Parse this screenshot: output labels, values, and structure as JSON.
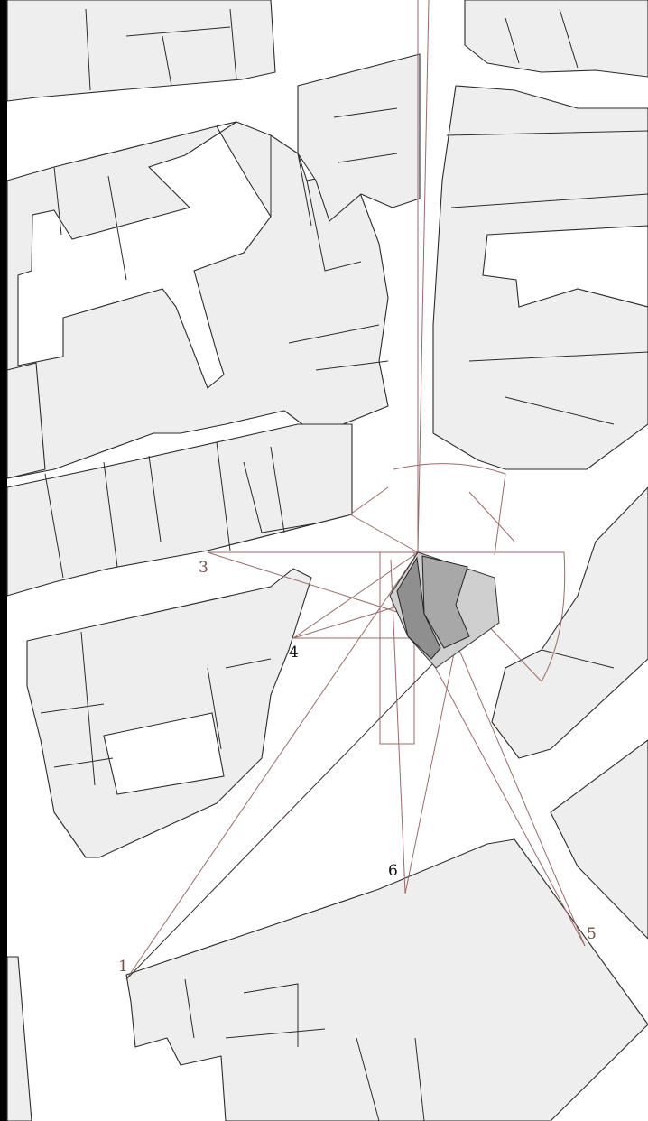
{
  "map": {
    "viewpoints": [
      {
        "id": "1",
        "label": "1"
      },
      {
        "id": "3",
        "label": "3"
      },
      {
        "id": "4",
        "label": "4"
      },
      {
        "id": "5",
        "label": "5"
      },
      {
        "id": "6",
        "label": "6"
      }
    ],
    "colors": {
      "background_frame": "#000000",
      "street": "#ffffff",
      "building": "#eeeeee",
      "building_outline": "#2b2b2b",
      "sight_lines": "#9b6a66",
      "subject_building": "#b8b8b8",
      "subject_building_core": "#8f8f8f"
    }
  }
}
